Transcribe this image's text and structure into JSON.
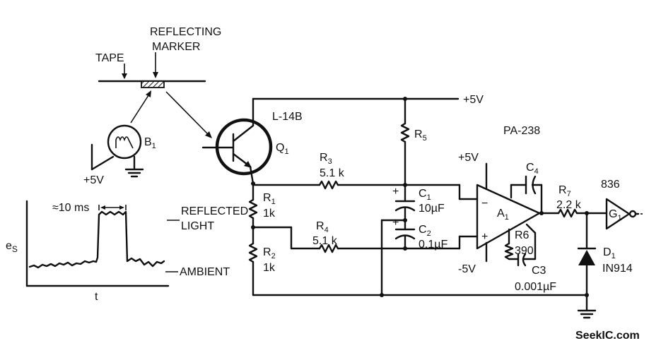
{
  "labels": {
    "reflecting": "REFLECTING",
    "marker": "MARKER",
    "tape": "TAPE",
    "b1": "B",
    "b1_sub": "1",
    "plus5v_lamp": "+5V",
    "q1_part": "L-14B",
    "q1": "Q",
    "q1_sub": "1",
    "plus5v_top": "+5V",
    "r5": "R",
    "r5_sub": "5",
    "r3": "R",
    "r3_sub": "3",
    "r3_val": "5.1 k",
    "r4": "R",
    "r4_sub": "4",
    "r4_val": "5.1 k",
    "r1": "R",
    "r1_sub": "1",
    "r1_val": "1k",
    "r2": "R",
    "r2_sub": "2",
    "r2_val": "1k",
    "c1": "C",
    "c1_sub": "1",
    "c1_val": "10µF",
    "c2": "C",
    "c2_sub": "2",
    "c2_val": "0.1µF",
    "plus_c1": "+",
    "plus_c2": "+",
    "opamp_part": "PA-238",
    "opamp_plus5": "+5V",
    "opamp_minus5": "-5V",
    "opamp_minus": "−",
    "opamp_plus": "+",
    "a1": "A",
    "a1_sub": "1",
    "c4": "C",
    "c4_sub": "4",
    "r6": "R6",
    "r6_val": "390",
    "c3": "C3",
    "c3_val": "0.001µF",
    "r7": "R",
    "r7_sub": "7",
    "r7_val": "2.2 k",
    "gate_part": "836",
    "g1": "G",
    "g1_sub": "1",
    "d1": "D",
    "d1_sub": "1",
    "d1_part": "IN914",
    "reflected": "REFLECTED",
    "light": "LIGHT",
    "ambient": "AMBIENT",
    "pulse_width": "≈10 ms",
    "es": "e",
    "es_sub": "S",
    "t_axis": "t",
    "watermark": "SeekIC.com"
  }
}
